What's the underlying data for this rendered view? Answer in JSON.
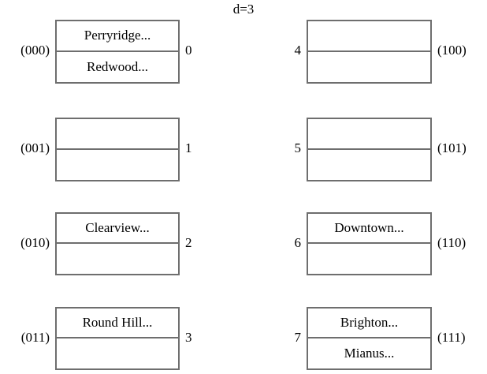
{
  "figure": {
    "title": "d=3",
    "border_color": "#6e6e6e",
    "background_color": "#ffffff"
  },
  "buckets": [
    {
      "index": "0",
      "hash_prefix": "(000)",
      "column": "left",
      "entries": [
        "Perryridge...",
        "Redwood..."
      ]
    },
    {
      "index": "1",
      "hash_prefix": "(001)",
      "column": "left",
      "entries": [
        "",
        ""
      ]
    },
    {
      "index": "2",
      "hash_prefix": "(010)",
      "column": "left",
      "entries": [
        "Clearview...",
        ""
      ]
    },
    {
      "index": "3",
      "hash_prefix": "(011)",
      "column": "left",
      "entries": [
        "Round Hill...",
        ""
      ]
    },
    {
      "index": "4",
      "hash_prefix": "(100)",
      "column": "right",
      "entries": [
        "",
        ""
      ]
    },
    {
      "index": "5",
      "hash_prefix": "(101)",
      "column": "right",
      "entries": [
        "",
        ""
      ]
    },
    {
      "index": "6",
      "hash_prefix": "(110)",
      "column": "right",
      "entries": [
        "Downtown...",
        ""
      ]
    },
    {
      "index": "7",
      "hash_prefix": "(111)",
      "column": "right",
      "entries": [
        "Brighton...",
        "Mianus..."
      ]
    }
  ]
}
